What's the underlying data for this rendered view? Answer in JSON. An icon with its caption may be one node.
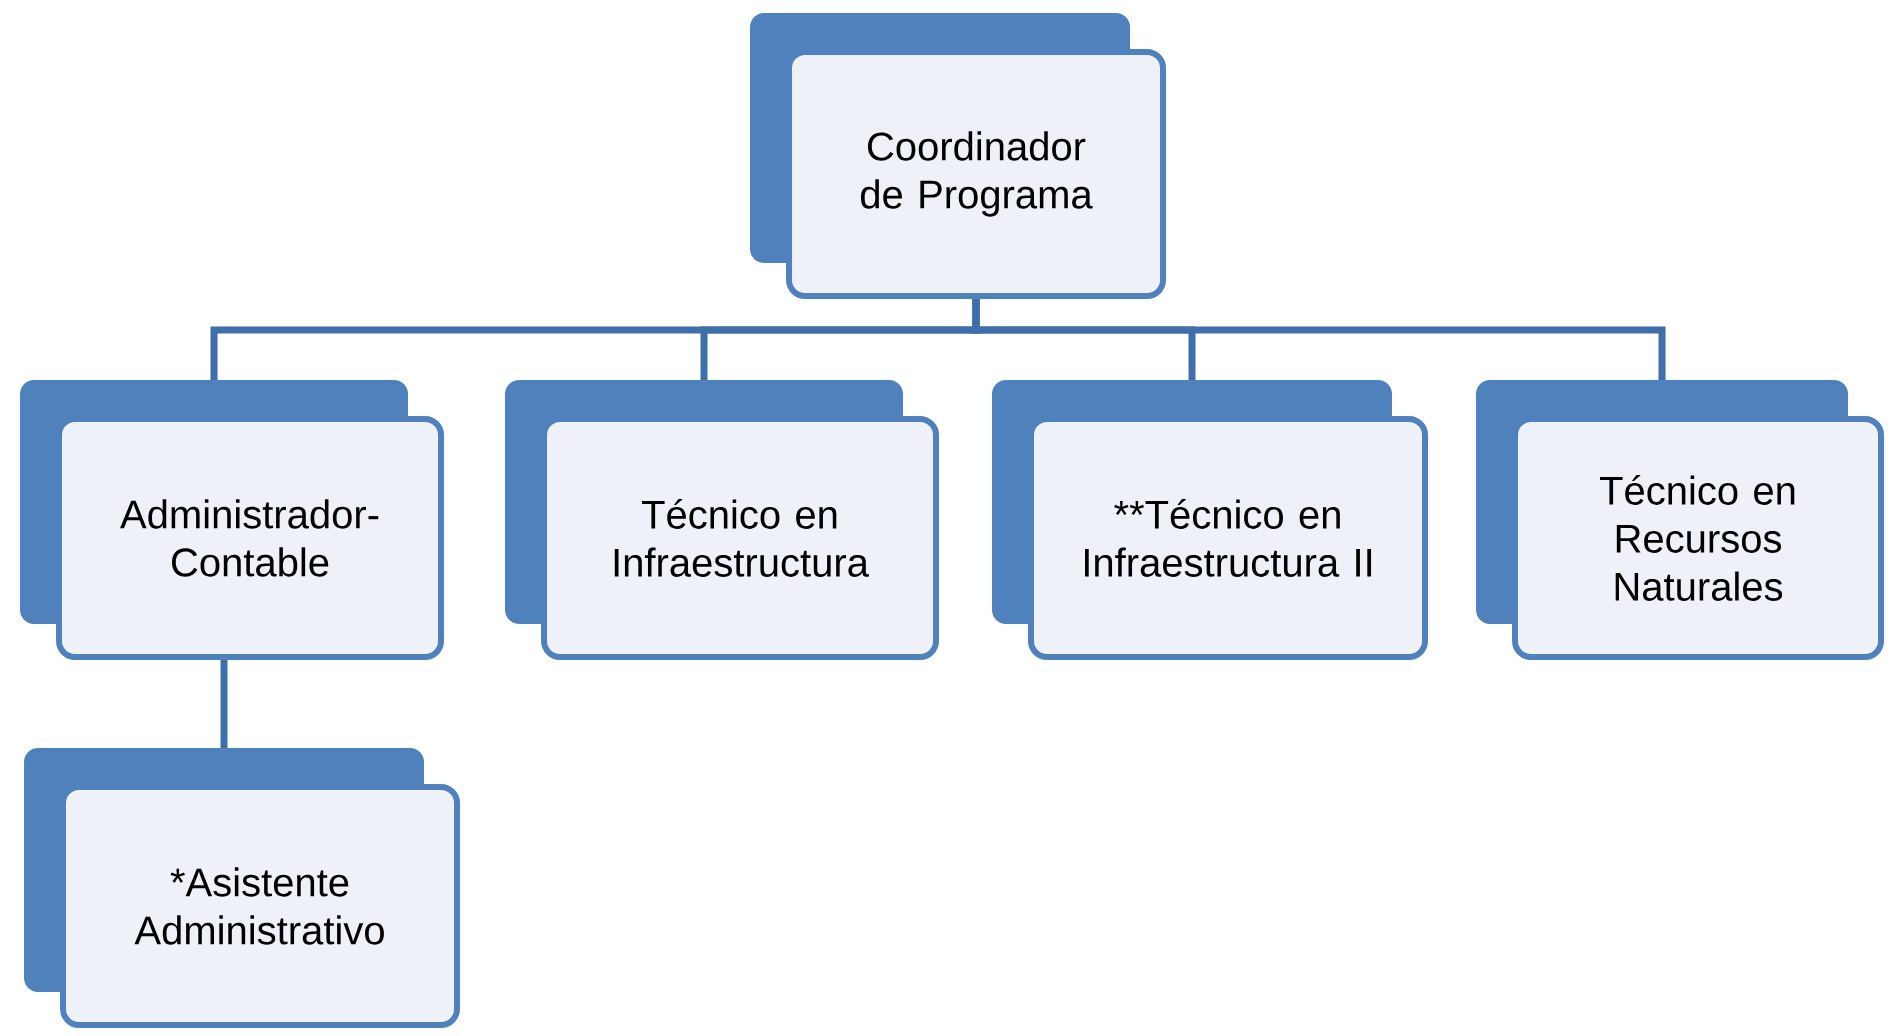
{
  "diagram": {
    "nodes": [
      {
        "text": [
          "Coordinador de Programa"
        ]
      },
      {
        "text": [
          "Administrador-Contable"
        ]
      },
      {
        "text": [
          "Técnico en Infraestructura"
        ]
      },
      {
        "text": [
          "**Técnico en Infraestructura II"
        ]
      },
      {
        "text": [
          "Técnico en Recursos Naturales"
        ]
      },
      {
        "text": [
          "*Asistente Administrativo"
        ]
      }
    ],
    "edges": [
      {
        "from": 0,
        "to": 1,
        "arrow": "none"
      },
      {
        "from": 0,
        "to": 2,
        "arrow": "none"
      },
      {
        "from": 0,
        "to": 3,
        "arrow": "none"
      },
      {
        "from": 0,
        "to": 4,
        "arrow": "none"
      },
      {
        "from": 1,
        "to": 5,
        "arrow": "none"
      }
    ]
  }
}
